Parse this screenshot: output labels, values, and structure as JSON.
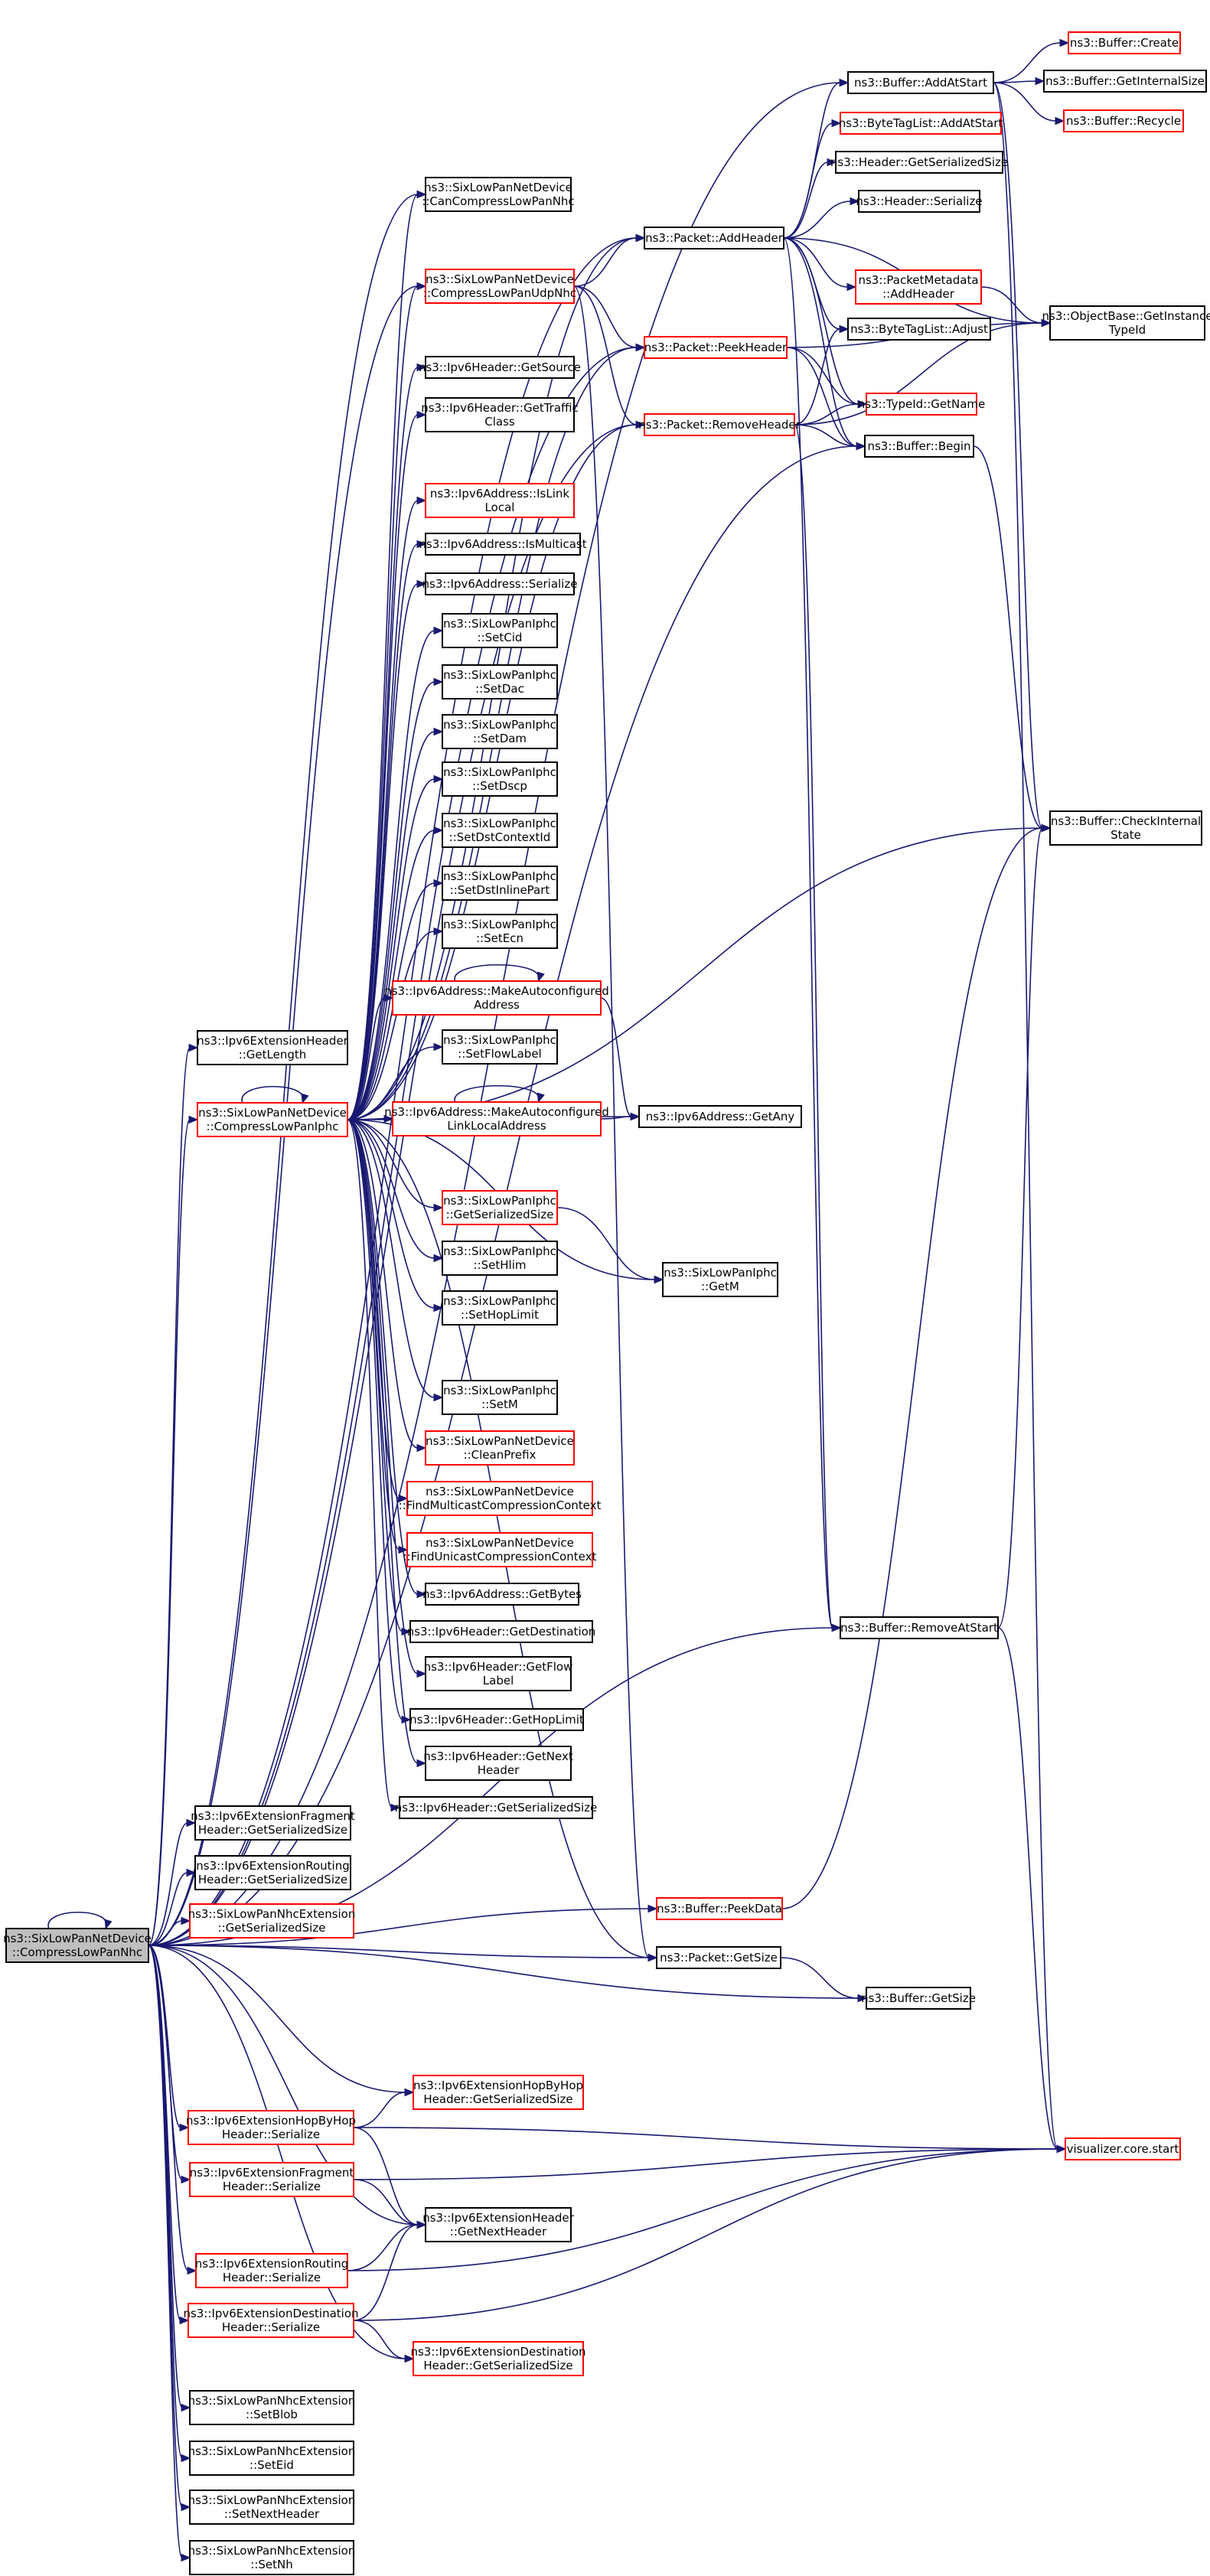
{
  "colors": {
    "edge": "#191970",
    "node_border": "#000000",
    "node_border_incomplete": "#ff0000",
    "root_fill": "#bfbfbf",
    "background": "#ffffff"
  },
  "nodes": [
    {
      "id": "root",
      "lines": [
        "ns3::SixLowPanNetDevice",
        "::CompressLowPanNhc"
      ],
      "style": "root"
    },
    {
      "id": "canNhc",
      "lines": [
        "ns3::SixLowPanNetDevice",
        "::CanCompressLowPanNhc"
      ],
      "style": "black"
    },
    {
      "id": "udpNhc",
      "lines": [
        "ns3::SixLowPanNetDevice",
        "::CompressLowPanUdpNhc"
      ],
      "style": "red"
    },
    {
      "id": "ipv6GetSource",
      "lines": [
        "ns3::Ipv6Header::GetSource"
      ],
      "style": "black"
    },
    {
      "id": "ipv6GetTraffic",
      "lines": [
        "ns3::Ipv6Header::GetTraffic",
        "Class"
      ],
      "style": "black"
    },
    {
      "id": "isLinkLocal",
      "lines": [
        "ns3::Ipv6Address::IsLink",
        "Local"
      ],
      "style": "red"
    },
    {
      "id": "isMulticast",
      "lines": [
        "ns3::Ipv6Address::IsMulticast"
      ],
      "style": "black"
    },
    {
      "id": "addrSerialize",
      "lines": [
        "ns3::Ipv6Address::Serialize"
      ],
      "style": "black"
    },
    {
      "id": "setCid",
      "lines": [
        "ns3::SixLowPanIphc",
        "::SetCid"
      ],
      "style": "black"
    },
    {
      "id": "setDac",
      "lines": [
        "ns3::SixLowPanIphc",
        "::SetDac"
      ],
      "style": "black"
    },
    {
      "id": "setDam",
      "lines": [
        "ns3::SixLowPanIphc",
        "::SetDam"
      ],
      "style": "black"
    },
    {
      "id": "setDscp",
      "lines": [
        "ns3::SixLowPanIphc",
        "::SetDscp"
      ],
      "style": "black"
    },
    {
      "id": "setDstCtx",
      "lines": [
        "ns3::SixLowPanIphc",
        "::SetDstContextId"
      ],
      "style": "black"
    },
    {
      "id": "setDstInline",
      "lines": [
        "ns3::SixLowPanIphc",
        "::SetDstInlinePart"
      ],
      "style": "black"
    },
    {
      "id": "setEcn",
      "lines": [
        "ns3::SixLowPanIphc",
        "::SetEcn"
      ],
      "style": "black"
    },
    {
      "id": "makeAuto",
      "lines": [
        "ns3::Ipv6Address::MakeAutoconfigured",
        "Address"
      ],
      "style": "red"
    },
    {
      "id": "setFlowLabel",
      "lines": [
        "ns3::SixLowPanIphc",
        "::SetFlowLabel"
      ],
      "style": "black"
    },
    {
      "id": "makeAutoLL",
      "lines": [
        "ns3::Ipv6Address::MakeAutoconfigured",
        "LinkLocalAddress"
      ],
      "style": "red"
    },
    {
      "id": "getAny",
      "lines": [
        "ns3::Ipv6Address::GetAny"
      ],
      "style": "black"
    },
    {
      "id": "iphc",
      "lines": [
        "ns3::SixLowPanNetDevice",
        "::CompressLowPanIphc"
      ],
      "style": "red"
    },
    {
      "id": "extGetLength",
      "lines": [
        "ns3::Ipv6ExtensionHeader",
        "::GetLength"
      ],
      "style": "black"
    },
    {
      "id": "iphcGetSerSize",
      "lines": [
        "ns3::SixLowPanIphc",
        "::GetSerializedSize"
      ],
      "style": "red"
    },
    {
      "id": "setHlim",
      "lines": [
        "ns3::SixLowPanIphc",
        "::SetHlim"
      ],
      "style": "black"
    },
    {
      "id": "setHopLimit",
      "lines": [
        "ns3::SixLowPanIphc",
        "::SetHopLimit"
      ],
      "style": "black"
    },
    {
      "id": "iphcGetM",
      "lines": [
        "ns3::SixLowPanIphc",
        "::GetM"
      ],
      "style": "black"
    },
    {
      "id": "setM",
      "lines": [
        "ns3::SixLowPanIphc",
        "::SetM"
      ],
      "style": "black"
    },
    {
      "id": "cleanPrefix",
      "lines": [
        "ns3::SixLowPanNetDevice",
        "::CleanPrefix"
      ],
      "style": "red"
    },
    {
      "id": "findMcast",
      "lines": [
        "ns3::SixLowPanNetDevice",
        "::FindMulticastCompressionContext"
      ],
      "style": "red"
    },
    {
      "id": "findUcast",
      "lines": [
        "ns3::SixLowPanNetDevice",
        "::FindUnicastCompressionContext"
      ],
      "style": "red"
    },
    {
      "id": "getBytes",
      "lines": [
        "ns3::Ipv6Address::GetBytes"
      ],
      "style": "black"
    },
    {
      "id": "getDest",
      "lines": [
        "ns3::Ipv6Header::GetDestination"
      ],
      "style": "black"
    },
    {
      "id": "getFlowLabel",
      "lines": [
        "ns3::Ipv6Header::GetFlow",
        "Label"
      ],
      "style": "black"
    },
    {
      "id": "getHopLimit",
      "lines": [
        "ns3::Ipv6Header::GetHopLimit"
      ],
      "style": "black"
    },
    {
      "id": "getNextHeader",
      "lines": [
        "ns3::Ipv6Header::GetNext",
        "Header"
      ],
      "style": "black"
    },
    {
      "id": "ipv6GetSerSize",
      "lines": [
        "ns3::Ipv6Header::GetSerializedSize"
      ],
      "style": "black"
    },
    {
      "id": "fragGetSerSize",
      "lines": [
        "ns3::Ipv6ExtensionFragment",
        "Header::GetSerializedSize"
      ],
      "style": "black"
    },
    {
      "id": "routGetSerSize",
      "lines": [
        "ns3::Ipv6ExtensionRouting",
        "Header::GetSerializedSize"
      ],
      "style": "black"
    },
    {
      "id": "nhcExtGetSerSize",
      "lines": [
        "ns3::SixLowPanNhcExtension",
        "::GetSerializedSize"
      ],
      "style": "red"
    },
    {
      "id": "hbhSerialize",
      "lines": [
        "ns3::Ipv6ExtensionHopByHop",
        "Header::Serialize"
      ],
      "style": "red"
    },
    {
      "id": "hbhGetSerSize",
      "lines": [
        "ns3::Ipv6ExtensionHopByHop",
        "Header::GetSerializedSize"
      ],
      "style": "red"
    },
    {
      "id": "fragSerialize",
      "lines": [
        "ns3::Ipv6ExtensionFragment",
        "Header::Serialize"
      ],
      "style": "red"
    },
    {
      "id": "extGetNext",
      "lines": [
        "ns3::Ipv6ExtensionHeader",
        "::GetNextHeader"
      ],
      "style": "black"
    },
    {
      "id": "routSerialize",
      "lines": [
        "ns3::Ipv6ExtensionRouting",
        "Header::Serialize"
      ],
      "style": "red"
    },
    {
      "id": "destSerialize",
      "lines": [
        "ns3::Ipv6ExtensionDestination",
        "Header::Serialize"
      ],
      "style": "red"
    },
    {
      "id": "destGetSerSize",
      "lines": [
        "ns3::Ipv6ExtensionDestination",
        "Header::GetSerializedSize"
      ],
      "style": "red"
    },
    {
      "id": "setBlob",
      "lines": [
        "ns3::SixLowPanNhcExtension",
        "::SetBlob"
      ],
      "style": "black"
    },
    {
      "id": "setEid",
      "lines": [
        "ns3::SixLowPanNhcExtension",
        "::SetEid"
      ],
      "style": "black"
    },
    {
      "id": "setNextHeader",
      "lines": [
        "ns3::SixLowPanNhcExtension",
        "::SetNextHeader"
      ],
      "style": "black"
    },
    {
      "id": "setNh",
      "lines": [
        "ns3::SixLowPanNhcExtension",
        "::SetNh"
      ],
      "style": "black"
    },
    {
      "id": "addHeader",
      "lines": [
        "ns3::Packet::AddHeader"
      ],
      "style": "black"
    },
    {
      "id": "peekHeader",
      "lines": [
        "ns3::Packet::PeekHeader"
      ],
      "style": "red"
    },
    {
      "id": "removeHeader",
      "lines": [
        "ns3::Packet::RemoveHeader"
      ],
      "style": "red"
    },
    {
      "id": "peekData",
      "lines": [
        "ns3::Buffer::PeekData"
      ],
      "style": "red"
    },
    {
      "id": "pktGetSize",
      "lines": [
        "ns3::Packet::GetSize"
      ],
      "style": "black"
    },
    {
      "id": "addAtStart",
      "lines": [
        "ns3::Buffer::AddAtStart"
      ],
      "style": "black"
    },
    {
      "id": "btlAddAtStart",
      "lines": [
        "ns3::ByteTagList::AddAtStart"
      ],
      "style": "red"
    },
    {
      "id": "hdrGetSerSize",
      "lines": [
        "ns3::Header::GetSerializedSize"
      ],
      "style": "black"
    },
    {
      "id": "hdrSerialize",
      "lines": [
        "ns3::Header::Serialize"
      ],
      "style": "black"
    },
    {
      "id": "pmAddHeader",
      "lines": [
        "ns3::PacketMetadata",
        "::AddHeader"
      ],
      "style": "red"
    },
    {
      "id": "btlAdjust",
      "lines": [
        "ns3::ByteTagList::Adjust"
      ],
      "style": "black"
    },
    {
      "id": "typeIdGetName",
      "lines": [
        "ns3::TypeId::GetName"
      ],
      "style": "red"
    },
    {
      "id": "bufBegin",
      "lines": [
        "ns3::Buffer::Begin"
      ],
      "style": "black"
    },
    {
      "id": "removeAtStart",
      "lines": [
        "ns3::Buffer::RemoveAtStart"
      ],
      "style": "black"
    },
    {
      "id": "bufGetSize",
      "lines": [
        "ns3::Buffer::GetSize"
      ],
      "style": "black"
    },
    {
      "id": "bufCreate",
      "lines": [
        "ns3::Buffer::Create"
      ],
      "style": "red"
    },
    {
      "id": "bufGetInternal",
      "lines": [
        "ns3::Buffer::GetInternalSize"
      ],
      "style": "black"
    },
    {
      "id": "bufRecycle",
      "lines": [
        "ns3::Buffer::Recycle"
      ],
      "style": "red"
    },
    {
      "id": "objGetInstance",
      "lines": [
        "ns3::ObjectBase::GetInstance",
        "TypeId"
      ],
      "style": "black"
    },
    {
      "id": "checkInternal",
      "lines": [
        "ns3::Buffer::CheckInternal",
        "State"
      ],
      "style": "black"
    },
    {
      "id": "vizStart",
      "lines": [
        "visualizer.core.start"
      ],
      "style": "red"
    }
  ],
  "edges": [
    [
      "root",
      "root"
    ],
    [
      "root",
      "canNhc"
    ],
    [
      "root",
      "udpNhc"
    ],
    [
      "root",
      "addHeader"
    ],
    [
      "root",
      "peekHeader"
    ],
    [
      "root",
      "removeHeader"
    ],
    [
      "root",
      "addAtStart"
    ],
    [
      "root",
      "extGetLength"
    ],
    [
      "root",
      "iphc"
    ],
    [
      "root",
      "bufBegin"
    ],
    [
      "root",
      "fragGetSerSize"
    ],
    [
      "root",
      "routGetSerSize"
    ],
    [
      "root",
      "nhcExtGetSerSize"
    ],
    [
      "root",
      "peekData"
    ],
    [
      "root",
      "pktGetSize"
    ],
    [
      "root",
      "removeAtStart"
    ],
    [
      "root",
      "bufGetSize"
    ],
    [
      "root",
      "hbhSerialize"
    ],
    [
      "root",
      "hbhGetSerSize"
    ],
    [
      "root",
      "fragSerialize"
    ],
    [
      "root",
      "extGetNext"
    ],
    [
      "root",
      "routSerialize"
    ],
    [
      "root",
      "destSerialize"
    ],
    [
      "root",
      "destGetSerSize"
    ],
    [
      "root",
      "setBlob"
    ],
    [
      "root",
      "setEid"
    ],
    [
      "root",
      "setNextHeader"
    ],
    [
      "root",
      "setNh"
    ],
    [
      "iphc",
      "iphc"
    ],
    [
      "iphc",
      "canNhc"
    ],
    [
      "iphc",
      "udpNhc"
    ],
    [
      "iphc",
      "addHeader"
    ],
    [
      "iphc",
      "peekHeader"
    ],
    [
      "iphc",
      "removeHeader"
    ],
    [
      "iphc",
      "ipv6GetSource"
    ],
    [
      "iphc",
      "ipv6GetTraffic"
    ],
    [
      "iphc",
      "isLinkLocal"
    ],
    [
      "iphc",
      "isMulticast"
    ],
    [
      "iphc",
      "addrSerialize"
    ],
    [
      "iphc",
      "setCid"
    ],
    [
      "iphc",
      "setDac"
    ],
    [
      "iphc",
      "setDam"
    ],
    [
      "iphc",
      "setDscp"
    ],
    [
      "iphc",
      "setDstCtx"
    ],
    [
      "iphc",
      "setDstInline"
    ],
    [
      "iphc",
      "setEcn"
    ],
    [
      "iphc",
      "makeAuto"
    ],
    [
      "iphc",
      "setFlowLabel"
    ],
    [
      "iphc",
      "makeAutoLL"
    ],
    [
      "iphc",
      "getAny"
    ],
    [
      "iphc",
      "iphcGetSerSize"
    ],
    [
      "iphc",
      "setHlim"
    ],
    [
      "iphc",
      "setHopLimit"
    ],
    [
      "iphc",
      "iphcGetM"
    ],
    [
      "iphc",
      "setM"
    ],
    [
      "iphc",
      "cleanPrefix"
    ],
    [
      "iphc",
      "findMcast"
    ],
    [
      "iphc",
      "findUcast"
    ],
    [
      "iphc",
      "getBytes"
    ],
    [
      "iphc",
      "getDest"
    ],
    [
      "iphc",
      "getFlowLabel"
    ],
    [
      "iphc",
      "getHopLimit"
    ],
    [
      "iphc",
      "getNextHeader"
    ],
    [
      "iphc",
      "ipv6GetSerSize"
    ],
    [
      "iphc",
      "checkInternal"
    ],
    [
      "iphc",
      "pktGetSize"
    ],
    [
      "udpNhc",
      "addHeader"
    ],
    [
      "udpNhc",
      "peekHeader"
    ],
    [
      "udpNhc",
      "removeHeader"
    ],
    [
      "udpNhc",
      "pktGetSize"
    ],
    [
      "makeAuto",
      "makeAuto"
    ],
    [
      "makeAuto",
      "getAny"
    ],
    [
      "makeAutoLL",
      "makeAutoLL"
    ],
    [
      "makeAutoLL",
      "getAny"
    ],
    [
      "iphcGetSerSize",
      "iphcGetM"
    ],
    [
      "addHeader",
      "addAtStart"
    ],
    [
      "addHeader",
      "btlAddAtStart"
    ],
    [
      "addHeader",
      "hdrGetSerSize"
    ],
    [
      "addHeader",
      "hdrSerialize"
    ],
    [
      "addHeader",
      "pmAddHeader"
    ],
    [
      "addHeader",
      "objGetInstance"
    ],
    [
      "addHeader",
      "btlAdjust"
    ],
    [
      "addHeader",
      "typeIdGetName"
    ],
    [
      "addHeader",
      "bufBegin"
    ],
    [
      "addHeader",
      "removeAtStart"
    ],
    [
      "peekHeader",
      "objGetInstance"
    ],
    [
      "peekHeader",
      "typeIdGetName"
    ],
    [
      "peekHeader",
      "bufBegin"
    ],
    [
      "removeHeader",
      "btlAdjust"
    ],
    [
      "removeHeader",
      "typeIdGetName"
    ],
    [
      "removeHeader",
      "bufBegin"
    ],
    [
      "removeHeader",
      "objGetInstance"
    ],
    [
      "removeHeader",
      "removeAtStart"
    ],
    [
      "pmAddHeader",
      "objGetInstance"
    ],
    [
      "addAtStart",
      "bufCreate"
    ],
    [
      "addAtStart",
      "bufGetInternal"
    ],
    [
      "addAtStart",
      "bufRecycle"
    ],
    [
      "addAtStart",
      "checkInternal"
    ],
    [
      "addAtStart",
      "vizStart"
    ],
    [
      "bufBegin",
      "checkInternal"
    ],
    [
      "removeAtStart",
      "checkInternal"
    ],
    [
      "removeAtStart",
      "vizStart"
    ],
    [
      "peekData",
      "checkInternal"
    ],
    [
      "pktGetSize",
      "bufGetSize"
    ],
    [
      "hbhSerialize",
      "hbhGetSerSize"
    ],
    [
      "hbhSerialize",
      "extGetNext"
    ],
    [
      "hbhSerialize",
      "vizStart"
    ],
    [
      "fragSerialize",
      "extGetNext"
    ],
    [
      "fragSerialize",
      "vizStart"
    ],
    [
      "routSerialize",
      "extGetNext"
    ],
    [
      "routSerialize",
      "vizStart"
    ],
    [
      "destSerialize",
      "extGetNext"
    ],
    [
      "destSerialize",
      "destGetSerSize"
    ],
    [
      "destSerialize",
      "vizStart"
    ]
  ]
}
